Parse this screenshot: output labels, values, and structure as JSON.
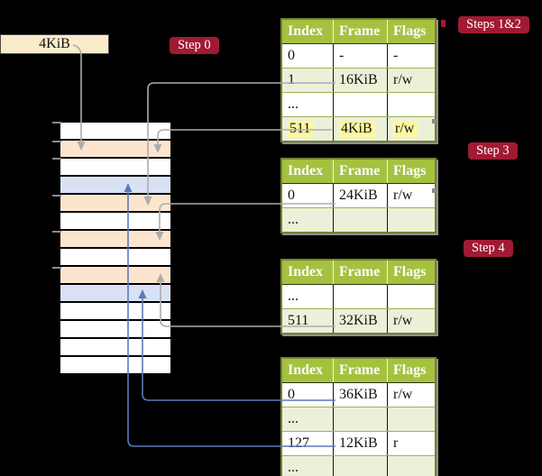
{
  "colors": {
    "badge_red": "#A11A33",
    "header_green": "#A4C23F",
    "row_green": "#EBF1D9",
    "border_olive": "#75842F",
    "cream": "#FAECCA",
    "peach": "#FCE5CF",
    "blue_row": "#D8E2F4",
    "gray_line": "#ACACAC",
    "blue_line": "#5B7AB8",
    "highlight_yellow": "#FEF7A1",
    "tick_gray": "#8C8C8C"
  },
  "memory_box": {
    "label": "4KiB"
  },
  "badges": [
    {
      "label": "Step 0"
    },
    {
      "label": "Steps 1&2"
    },
    {
      "label": "Step 3"
    },
    {
      "label": "Step 4"
    }
  ],
  "columns": [
    "Index",
    "Frame",
    "Flags"
  ],
  "tables": [
    {
      "name": "page-table-root",
      "rows": [
        {
          "cells": [
            "0",
            "-",
            "-"
          ],
          "shade": "white",
          "highlight": false
        },
        {
          "cells": [
            "1",
            "16KiB",
            "r/w"
          ],
          "shade": "green",
          "highlight": false
        },
        {
          "cells": [
            "...",
            "",
            ""
          ],
          "shade": "white",
          "highlight": false
        },
        {
          "cells": [
            "511",
            "4KiB",
            "r/w"
          ],
          "shade": "green",
          "highlight": true
        }
      ]
    },
    {
      "name": "page-table-24kib",
      "rows": [
        {
          "cells": [
            "0",
            "24KiB",
            "r/w"
          ],
          "shade": "white",
          "highlight": false
        },
        {
          "cells": [
            "...",
            "",
            ""
          ],
          "shade": "green",
          "highlight": false
        }
      ]
    },
    {
      "name": "page-table-32kib",
      "rows": [
        {
          "cells": [
            "...",
            "",
            ""
          ],
          "shade": "white",
          "highlight": false
        },
        {
          "cells": [
            "511",
            "32KiB",
            "r/w"
          ],
          "shade": "green",
          "highlight": false
        }
      ]
    },
    {
      "name": "page-table-leaf",
      "rows": [
        {
          "cells": [
            "0",
            "36KiB",
            "r/w"
          ],
          "shade": "white",
          "highlight": false
        },
        {
          "cells": [
            "...",
            "",
            ""
          ],
          "shade": "green",
          "highlight": false
        },
        {
          "cells": [
            "127",
            "12KiB",
            "r"
          ],
          "shade": "white",
          "highlight": false
        },
        {
          "cells": [
            "...",
            "",
            ""
          ],
          "shade": "green",
          "highlight": false
        }
      ]
    }
  ],
  "memory_stack": {
    "rows": [
      "white",
      "peach",
      "white",
      "blue",
      "peach",
      "white",
      "peach",
      "white",
      "peach",
      "blue",
      "white",
      "white",
      "white",
      "white"
    ]
  }
}
